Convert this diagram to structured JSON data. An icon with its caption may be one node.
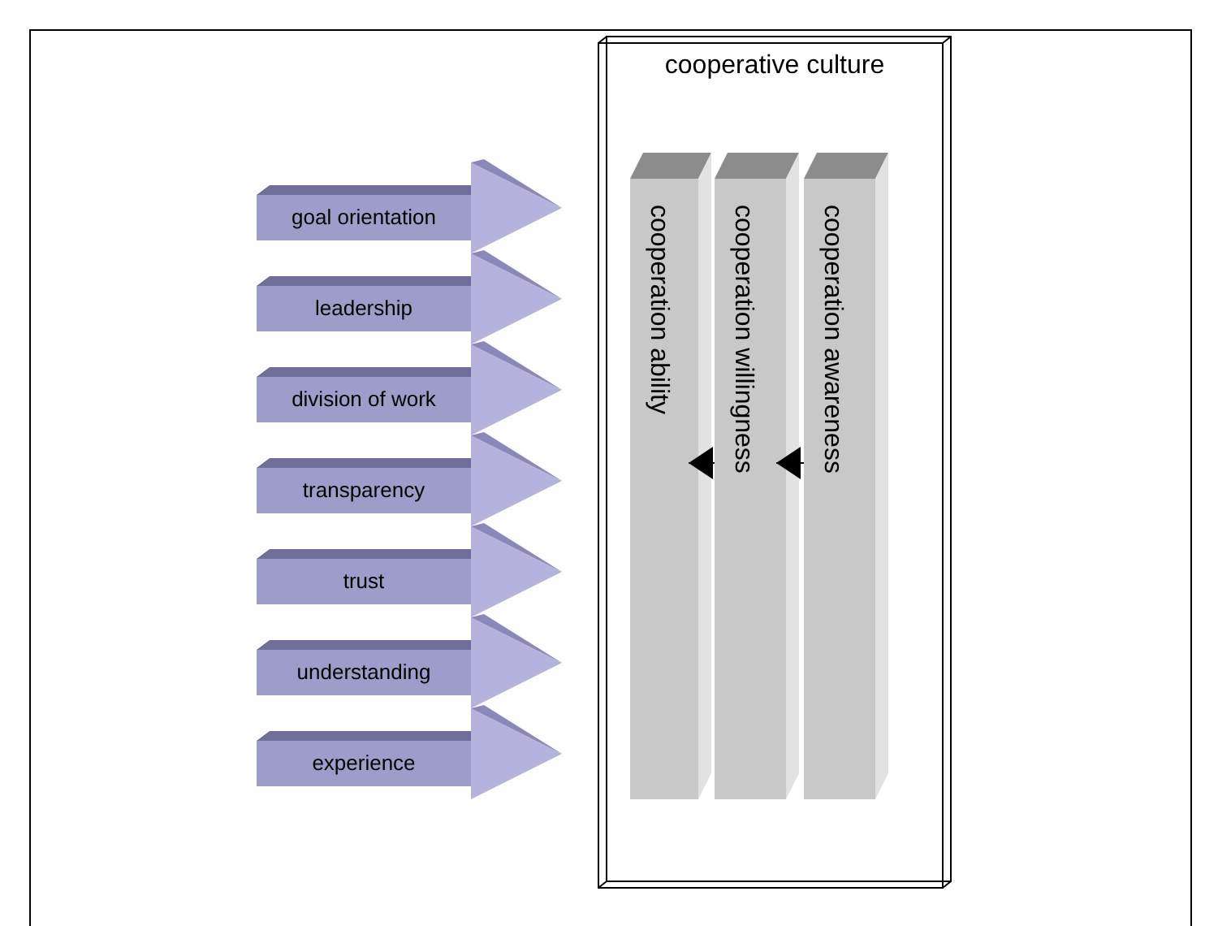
{
  "diagram": {
    "nodes": [
      {
        "text": [
          "goal orientation"
        ]
      },
      {
        "text": [
          "leadership"
        ]
      },
      {
        "text": [
          "division of work"
        ]
      },
      {
        "text": [
          "transparency"
        ]
      },
      {
        "text": [
          "trust"
        ]
      },
      {
        "text": [
          "understanding"
        ]
      },
      {
        "text": [
          "experience"
        ]
      },
      {
        "text": [
          "cooperative culture"
        ]
      },
      {
        "text": [
          "cooperation ability"
        ],
        "in": 7
      },
      {
        "text": [
          "cooperation willingness"
        ],
        "in": 7
      },
      {
        "text": [
          "cooperation awareness"
        ],
        "in": 7
      }
    ],
    "edges": [
      {
        "from": 10,
        "to": 9,
        "arrow": "to"
      },
      {
        "from": 9,
        "to": 8,
        "arrow": "to"
      }
    ]
  }
}
